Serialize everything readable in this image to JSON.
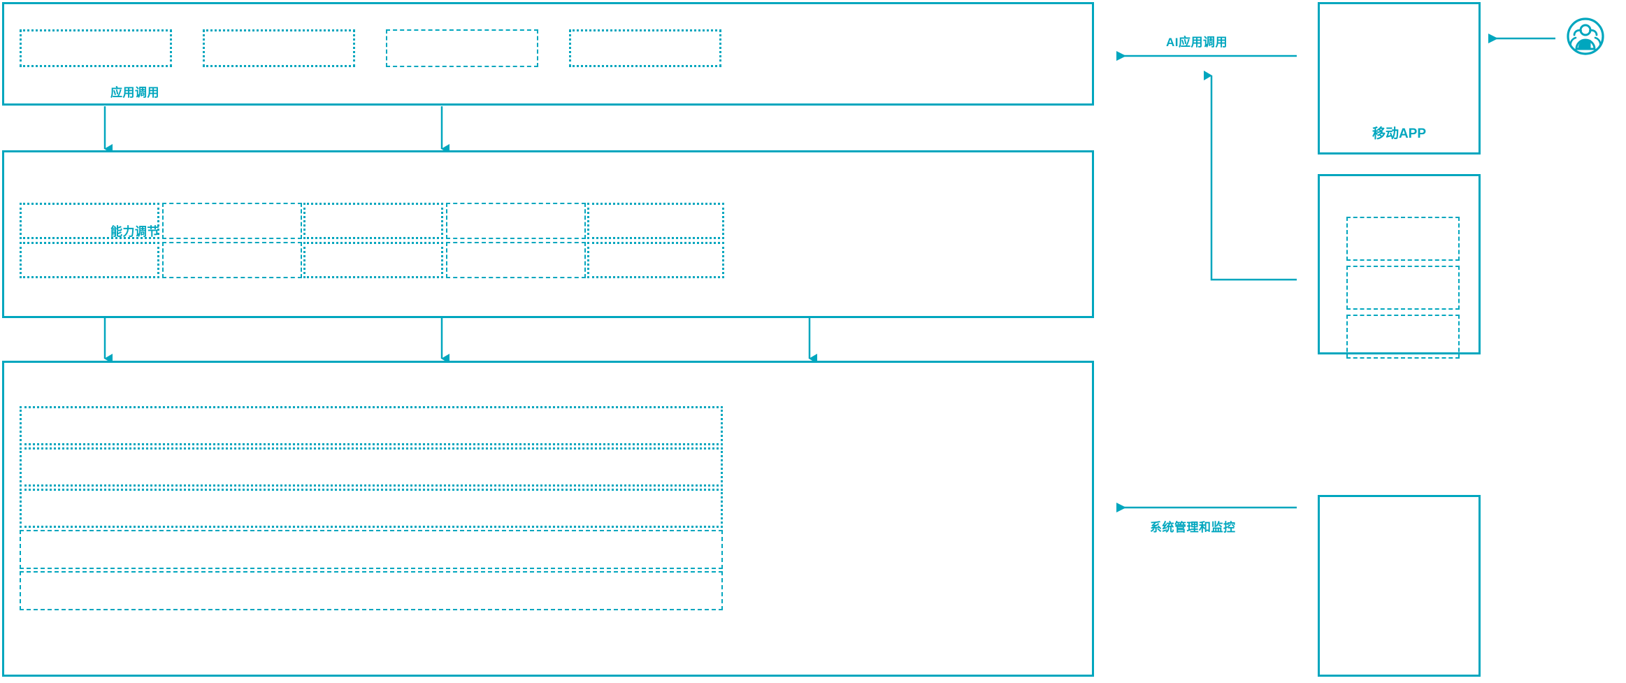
{
  "theme": {
    "accent": "#00a6be",
    "phone_frame": "#2b3e50",
    "phone_screen": "#1cb9cc",
    "background": "#ffffff"
  },
  "layers": {
    "application_layer": {
      "name": "application-layer-panel",
      "boxes": [
        {
          "label": ""
        },
        {
          "label": ""
        },
        {
          "label": ""
        },
        {
          "label": ""
        }
      ]
    },
    "capability_layer": {
      "name": "capability-layer-panel",
      "boxes_row1": [
        {
          "label": ""
        },
        {
          "label": ""
        },
        {
          "label": ""
        },
        {
          "label": ""
        },
        {
          "label": ""
        }
      ],
      "boxes_row2": [
        {
          "label": ""
        },
        {
          "label": ""
        },
        {
          "label": ""
        },
        {
          "label": ""
        },
        {
          "label": ""
        }
      ]
    },
    "infrastructure_layer": {
      "name": "infrastructure-layer-panel",
      "rows": [
        {
          "label": ""
        },
        {
          "label": ""
        },
        {
          "label": ""
        },
        {
          "label": ""
        },
        {
          "label": ""
        }
      ]
    }
  },
  "flow_labels": {
    "app_invoke": "应用调用",
    "capability_adjust": "能力调节",
    "ai_app_invoke": "AI应用调用",
    "system_admin_monitor": "系统管理和监控"
  },
  "right_column": {
    "mobile_app_box": {
      "caption": "移动APP",
      "icon": "smartphone-icon"
    },
    "stacked_box": {
      "items": [
        {
          "label": ""
        },
        {
          "label": ""
        },
        {
          "label": ""
        }
      ]
    },
    "operations_box": {
      "icons": [
        "user-group-icon",
        "user-group-icon"
      ]
    },
    "end_user_icon": "user-group-icon"
  }
}
